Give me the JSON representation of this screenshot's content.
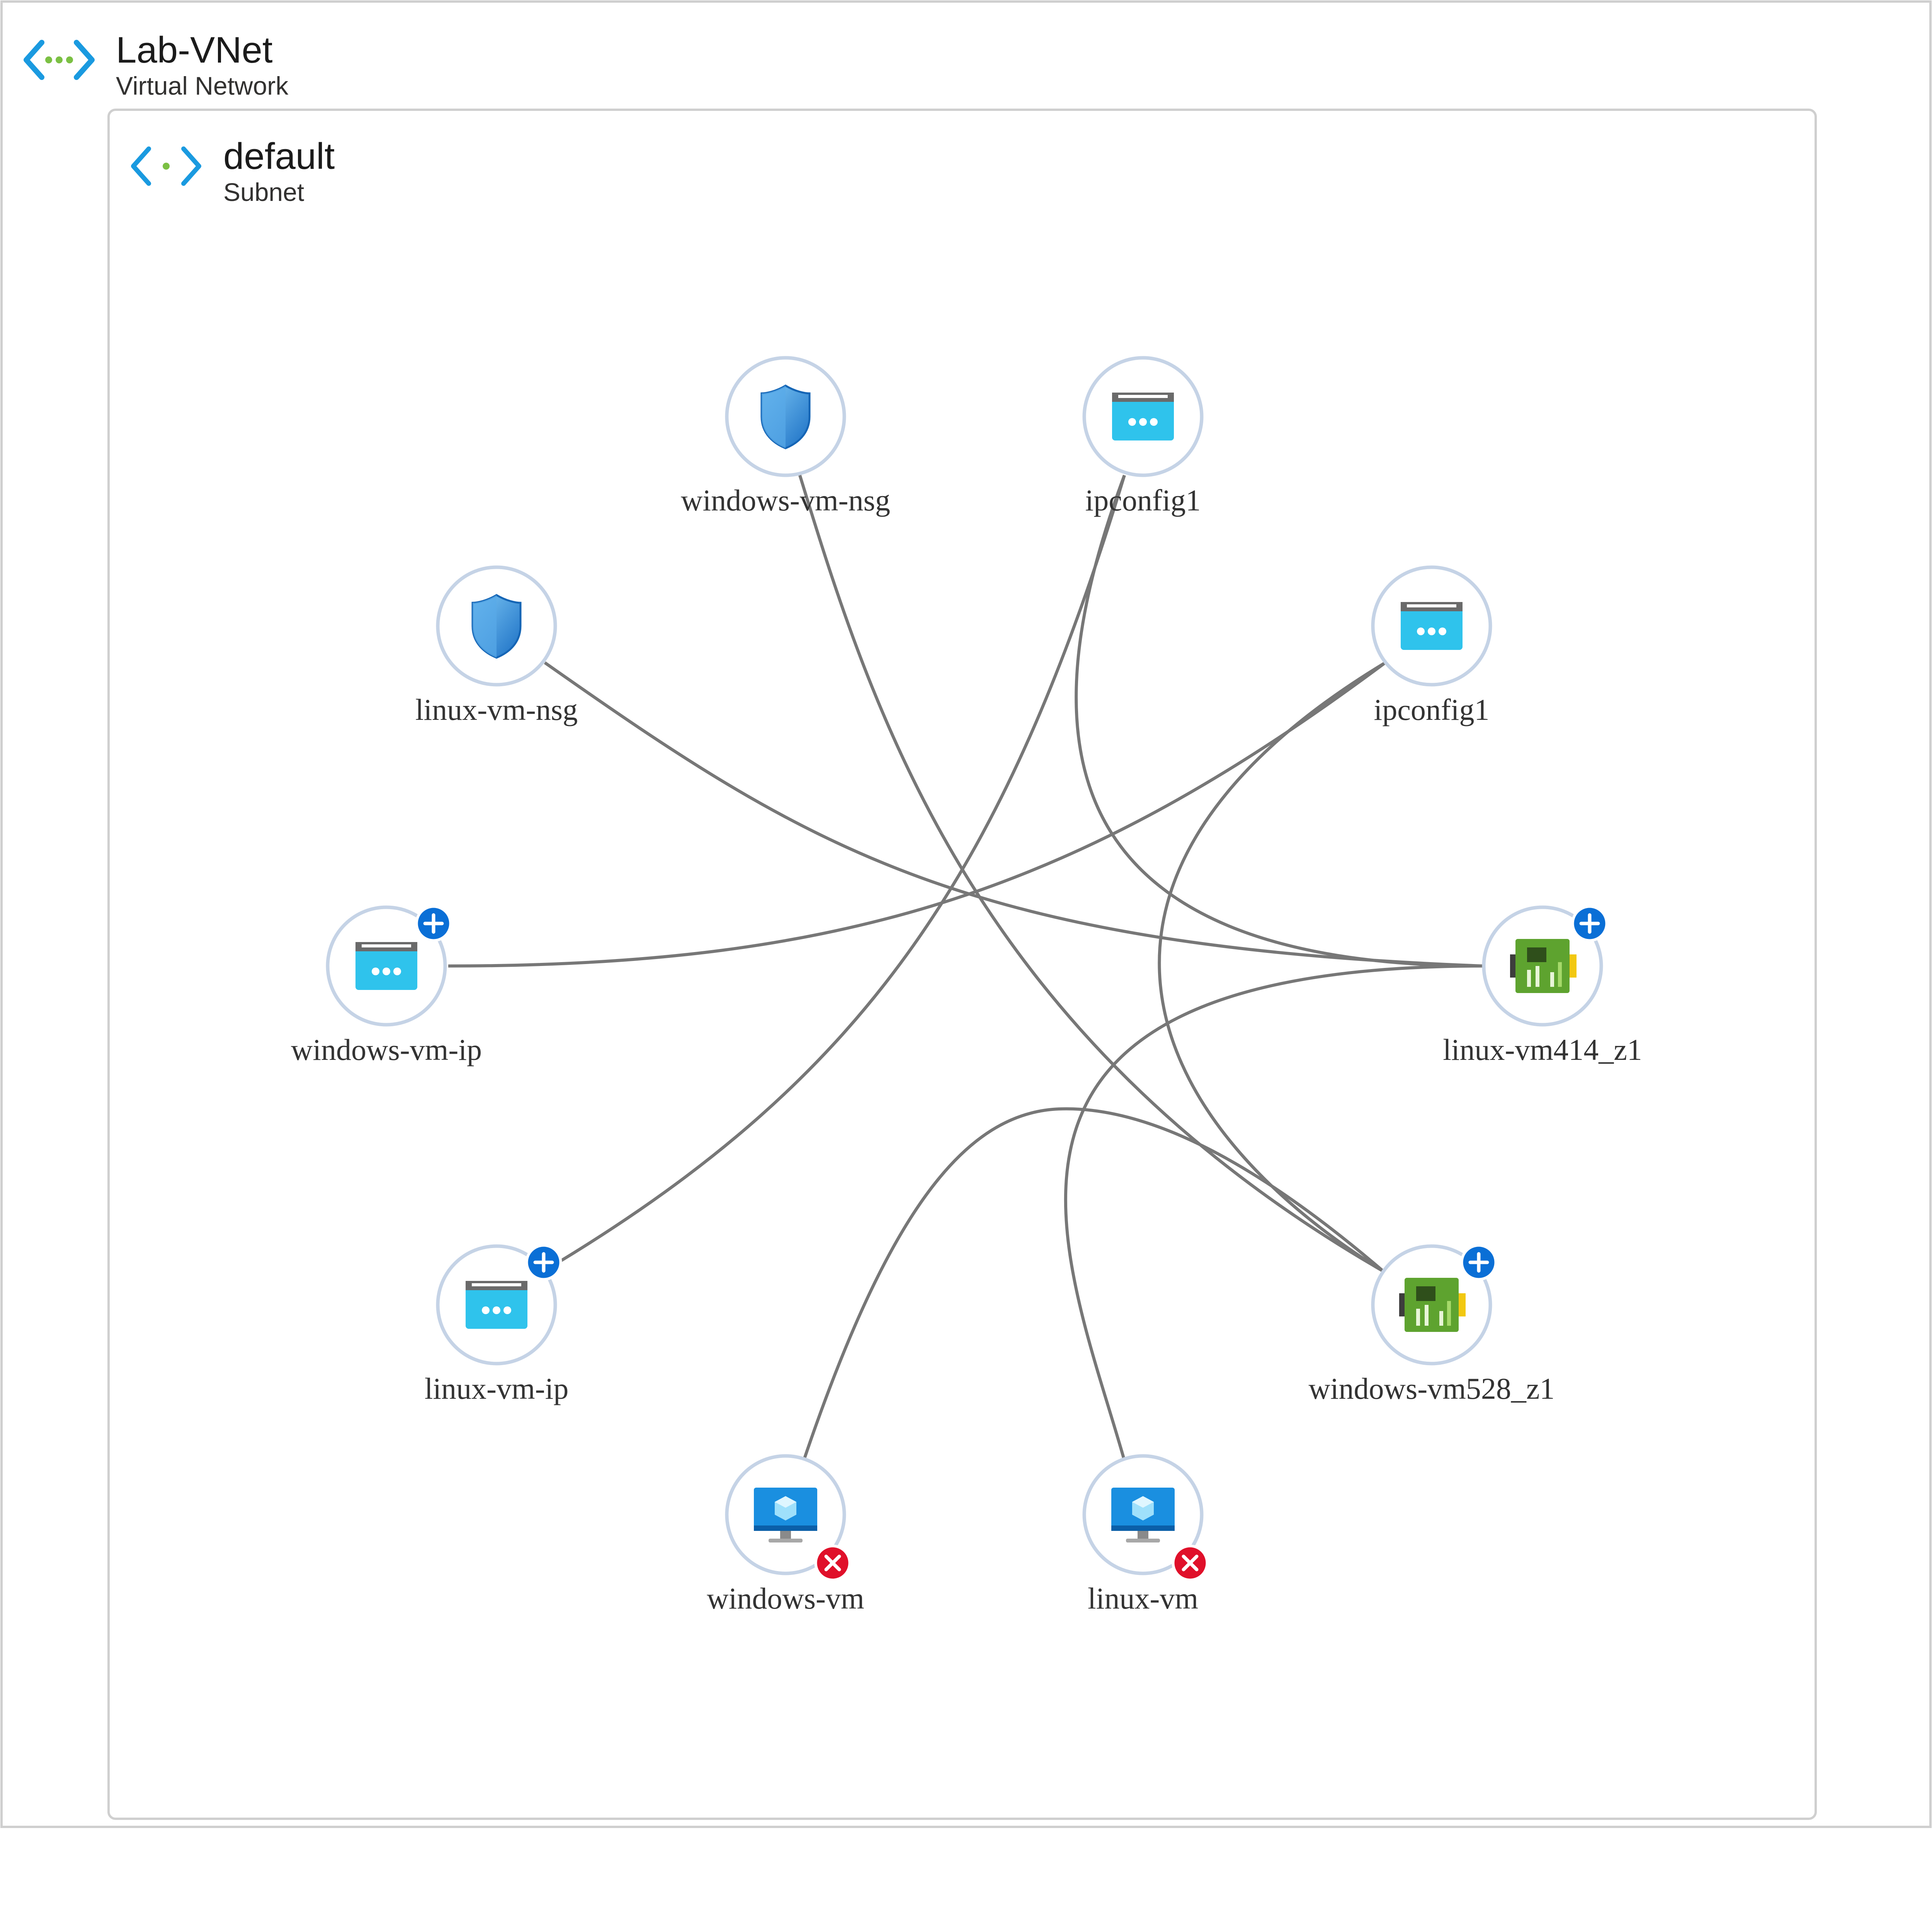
{
  "vnet": {
    "title": "Lab-VNet",
    "subtitle": "Virtual Network",
    "icon": "vnet-icon"
  },
  "subnet": {
    "title": "default",
    "subtitle": "Subnet",
    "icon": "subnet-icon"
  },
  "colors": {
    "icon_blue": "#1a9ae0",
    "icon_green": "#7bc043",
    "badge_add": "#0a6fd6",
    "badge_error": "#e0102a",
    "edge": "#777777",
    "node_ring": "#c5d3e6",
    "frame": "#cfcfcf"
  },
  "nodes": [
    {
      "id": "nsg-win",
      "label": "windows-vm-nsg",
      "icon": "shield-icon",
      "badge": ""
    },
    {
      "id": "ipc1-top",
      "label": "ipconfig1",
      "icon": "ip-config-icon",
      "badge": ""
    },
    {
      "id": "nsg-lin",
      "label": "linux-vm-nsg",
      "icon": "shield-icon",
      "badge": ""
    },
    {
      "id": "ipc1-right",
      "label": "ipconfig1",
      "icon": "ip-config-icon",
      "badge": ""
    },
    {
      "id": "ip-win",
      "label": "windows-vm-ip",
      "icon": "public-ip-icon",
      "badge": "add"
    },
    {
      "id": "nic-lin",
      "label": "linux-vm414_z1",
      "icon": "nic-icon",
      "badge": "add"
    },
    {
      "id": "ip-lin",
      "label": "linux-vm-ip",
      "icon": "public-ip-icon",
      "badge": "add"
    },
    {
      "id": "nic-win",
      "label": "windows-vm528_z1",
      "icon": "nic-icon",
      "badge": "add"
    },
    {
      "id": "vm-win",
      "label": "windows-vm",
      "icon": "monitor-icon",
      "badge": "error"
    },
    {
      "id": "vm-lin",
      "label": "linux-vm",
      "icon": "monitor-icon",
      "badge": "error"
    }
  ],
  "edges": [
    {
      "from": "nsg-win",
      "to": "nic-win"
    },
    {
      "from": "ipc1-top",
      "to": "ip-lin"
    },
    {
      "from": "ipc1-top",
      "to": "nic-lin"
    },
    {
      "from": "nsg-lin",
      "to": "nic-lin"
    },
    {
      "from": "ipc1-right",
      "to": "ip-win"
    },
    {
      "from": "ipc1-right",
      "to": "nic-win"
    },
    {
      "from": "nic-lin",
      "to": "vm-lin"
    },
    {
      "from": "vm-win",
      "to": "nic-win"
    }
  ]
}
